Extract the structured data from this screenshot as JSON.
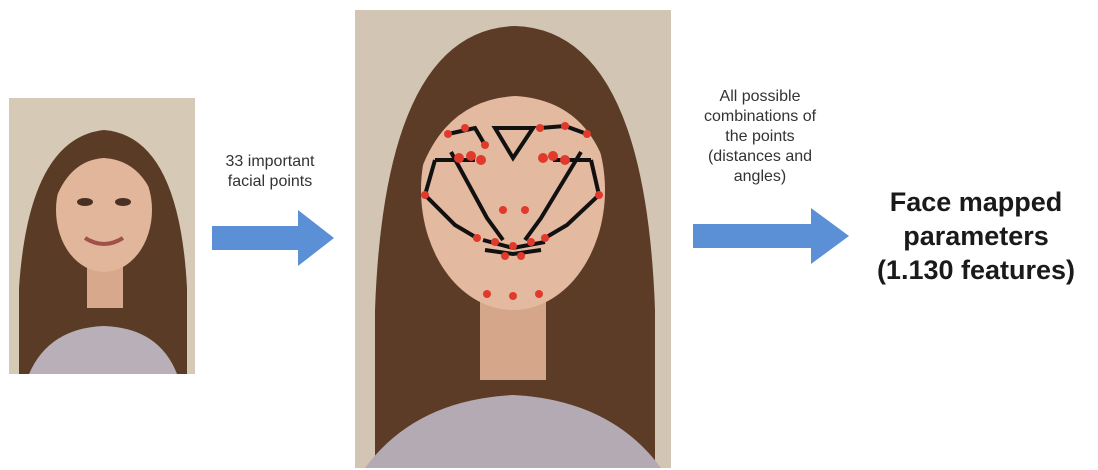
{
  "steps": {
    "input_photo": {
      "icon": "portrait-photo"
    },
    "points_photo": {
      "icon": "portrait-with-facial-landmarks",
      "landmark_color": "#e03a2c",
      "line_color": "#111111"
    },
    "caption_1": "33 important\nfacial points",
    "caption_2": "All possible\ncombinations of\nthe points\n(distances and\nangles)",
    "result_line_1": "Face mapped",
    "result_line_2": "parameters",
    "result_line_3": "(1.130 features)",
    "arrow_color": "#5b8fd6",
    "arrow_icon": "right-arrow-icon"
  }
}
